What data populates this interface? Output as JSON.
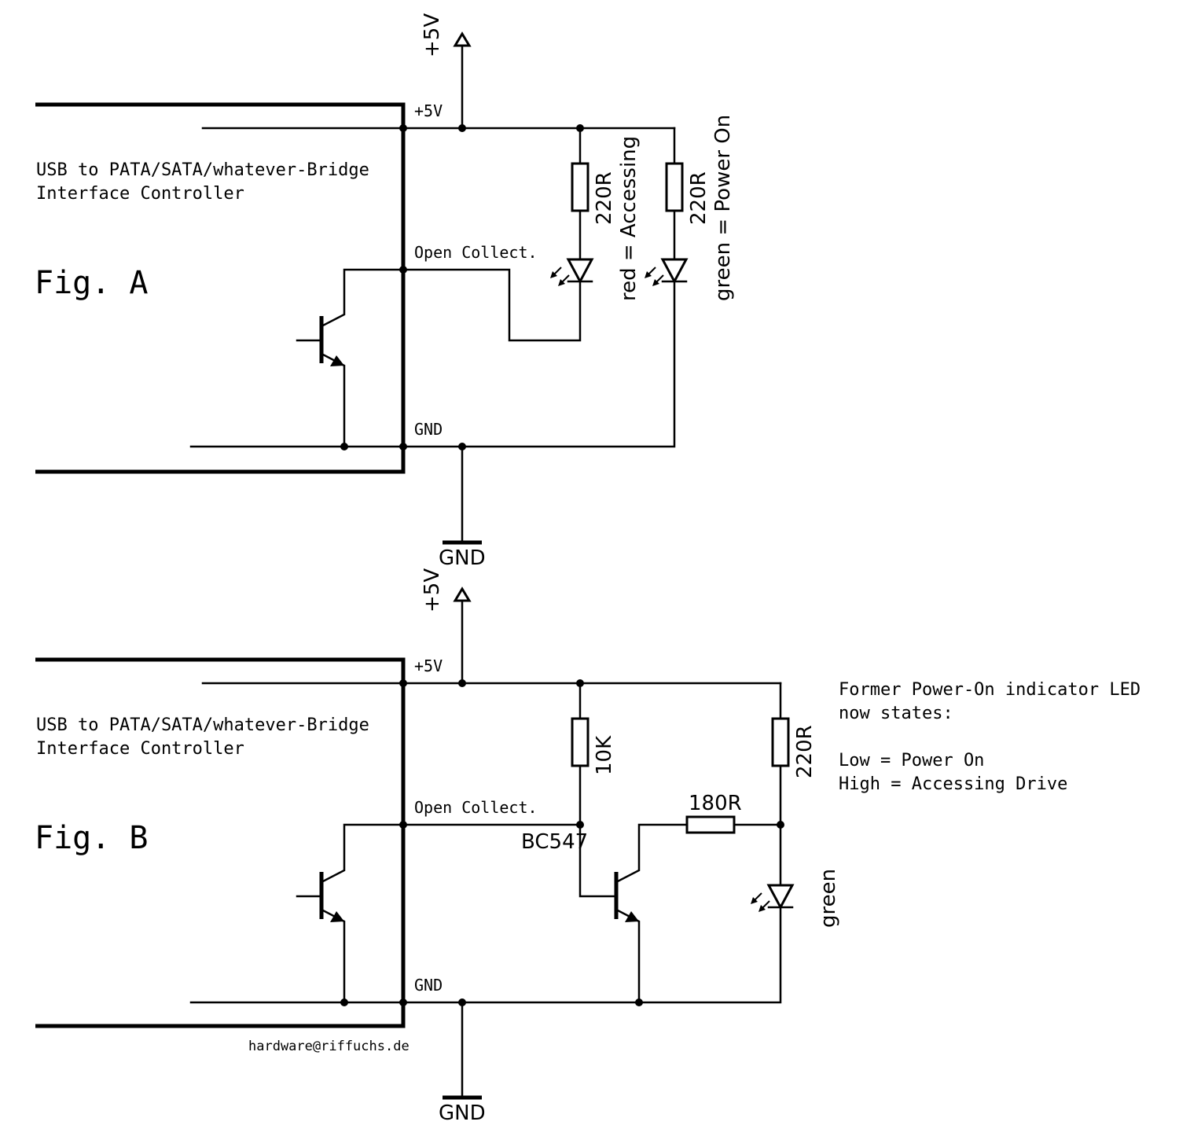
{
  "figure_a": {
    "supply_symbol": "+5V",
    "pin_vcc": "+5V",
    "controller_line1": "USB to PATA/SATA/whatever-Bridge",
    "controller_line2": "Interface Controller",
    "pin_oc": "Open Collect.",
    "title": "Fig. A",
    "pin_gnd": "GND",
    "gnd_symbol": "GND",
    "r1": "220R",
    "r1_note": "red = Accessing",
    "r2": "220R",
    "r2_note": "green = Power On"
  },
  "figure_b": {
    "supply_symbol": "+5V",
    "pin_vcc": "+5V",
    "controller_line1": "USB to PATA/SATA/whatever-Bridge",
    "controller_line2": "Interface Controller",
    "pin_oc": "Open Collect.",
    "title": "Fig. B",
    "pin_gnd": "GND",
    "gnd_symbol": "GND",
    "r_pullup": "10K",
    "transistor": "BC547",
    "r_base": "180R",
    "r_led": "220R",
    "led": "green",
    "note": [
      "Former Power-On indicator LED",
      "now states:",
      "Low = Power On",
      "High = Accessing Drive"
    ],
    "credit": "hardware@riffuchs.de"
  }
}
